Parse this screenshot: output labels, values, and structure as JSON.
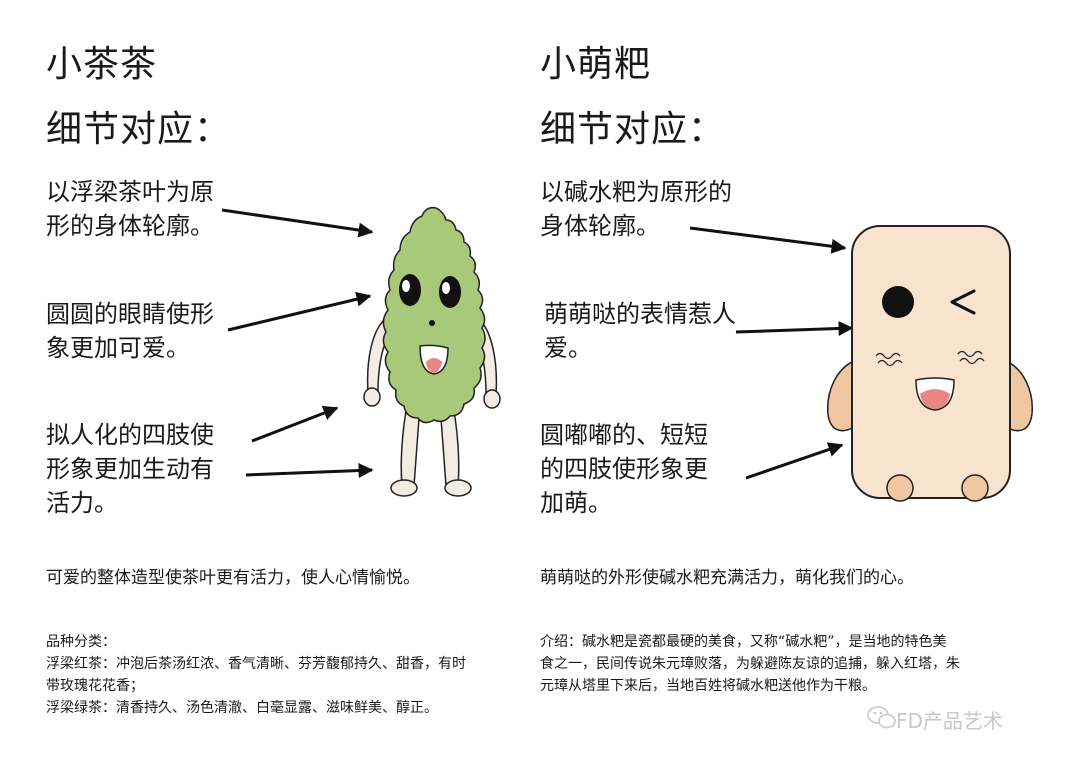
{
  "left": {
    "title": "小茶茶",
    "subtitle": "细节对应：",
    "features": [
      [
        "以浮梁茶叶为原",
        "形的身体轮廓。"
      ],
      [
        "圆圆的眼睛使形",
        "象更加可爱。"
      ],
      [
        "拟人化的四肢使",
        "形象更加生动有",
        "活力。"
      ]
    ],
    "summary": "可爱的整体造型使茶叶更有活力，使人心情愉悦。",
    "info": [
      "品种分类：",
      "浮梁红茶：冲泡后茶汤红浓、香气清晰、芬芳馥郁持久、甜香，有时",
      "带玫瑰花花香；",
      "浮梁绿茶：清香持久、汤色清澈、白毫显露、滋味鲜美、醇正。"
    ]
  },
  "right": {
    "title": "小萌粑",
    "subtitle": "细节对应：",
    "features": [
      [
        "以碱水粑为原形的",
        "身体轮廓。"
      ],
      [
        "萌萌哒的表情惹人",
        "爱。"
      ],
      [
        "圆嘟嘟的、短短",
        "的四肢使形象更",
        "加萌。"
      ]
    ],
    "summary": "萌萌哒的外形使碱水粑充满活力，萌化我们的心。",
    "info": [
      "介绍：碱水粑是瓷都最硬的美食，又称“碱水粑”，是当地的特色美",
      "食之一，民间传说朱元璋败落，为躲避陈友谅的追捕，躲入红塔，朱",
      "元璋从塔里下来后，当地百姓将碱水粑送他作为干粮。"
    ]
  },
  "brand": "FD产品艺术",
  "colors": {
    "leaf": "#a9c97a",
    "limb": "#f3ece2",
    "bun_body": "#f8e3cf",
    "bun_arm": "#efc8a3",
    "mouth": "#e98784"
  }
}
